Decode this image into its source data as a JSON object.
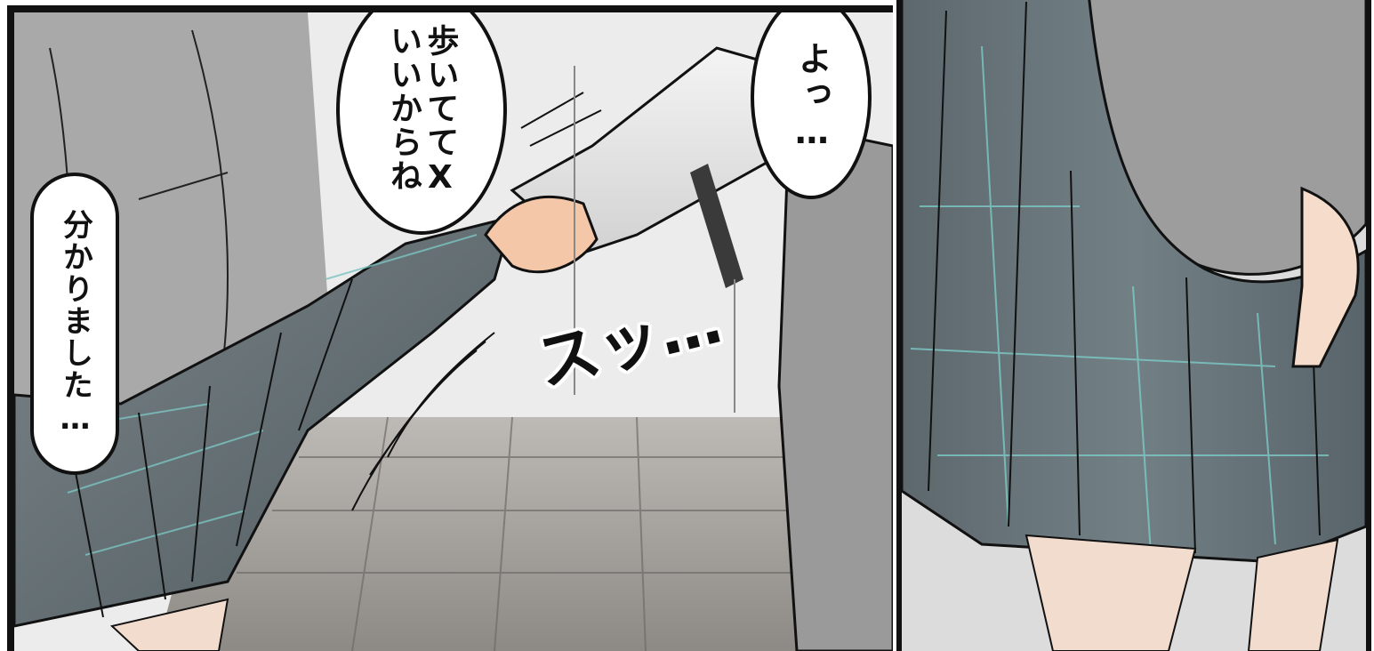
{
  "panels": {
    "left": {
      "bubbles": {
        "wakarimashita": "分かりました…",
        "aruitete": "歩いててX\nいいからね",
        "yo": "よっ…"
      },
      "sfx": {
        "sutsu": "スッ…"
      }
    }
  },
  "colors": {
    "ink": "#111111",
    "skirt": "#5f6b70",
    "plaid": "#6fb8b8",
    "floor": "#8c8985",
    "background": "#e9e9e9"
  }
}
